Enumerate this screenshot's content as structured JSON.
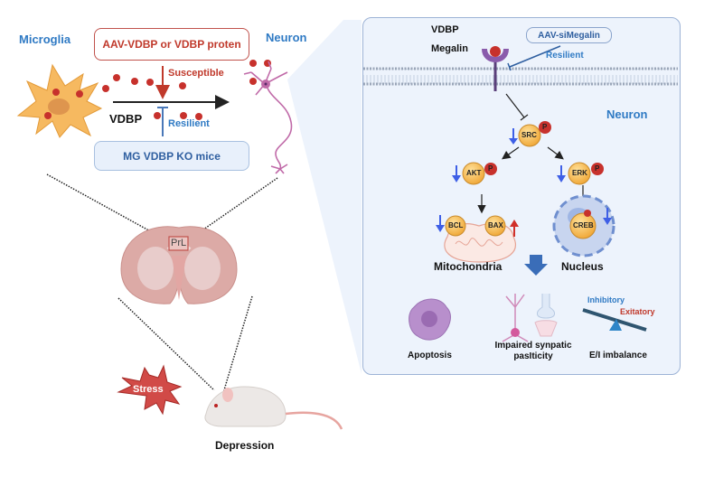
{
  "left": {
    "microglia_label": "Microglia",
    "neuron_label": "Neuron",
    "treatment_box": "AAV-VDBP or VDBP proten",
    "susceptible_label": "Susceptible",
    "vdbp_label": "VDBP",
    "resilient_label": "Resilient",
    "ko_box": "MG VDBP KO mice",
    "brain_region": "PrL",
    "stress_label": "Stress",
    "outcome_label": "Depression"
  },
  "panel": {
    "vdbp_label": "VDBP",
    "megalin_label": "Megalin",
    "sirna_box": "AAV-siMegalin",
    "resilient_label": "Resilient",
    "neuron_label": "Neuron",
    "proteins": {
      "src": "SRC",
      "akt": "AKT",
      "erk": "ERK",
      "bcl": "BCL",
      "bax": "BAX",
      "creb": "CREB",
      "phospho": "P"
    },
    "mitochondria_label": "Mitochondria",
    "nucleus_label": "Nucleus",
    "outcomes": [
      {
        "label": "Apoptosis"
      },
      {
        "label": "Impaired synpatic pasIticity"
      },
      {
        "label": "E/I imbalance"
      }
    ],
    "inhibitory_label": "Inhibitory",
    "excitatory_label": "Exitatory"
  },
  "colors": {
    "blue_text": "#2f7ac4",
    "red_text": "#c0392b",
    "panel_bg": "#edf3fc",
    "panel_border": "#9db3d6",
    "protein_fill": "#f6b94a",
    "phospho_red": "#c7312c",
    "down_arrow": "#3e5fe6",
    "up_arrow": "#d0302a"
  }
}
